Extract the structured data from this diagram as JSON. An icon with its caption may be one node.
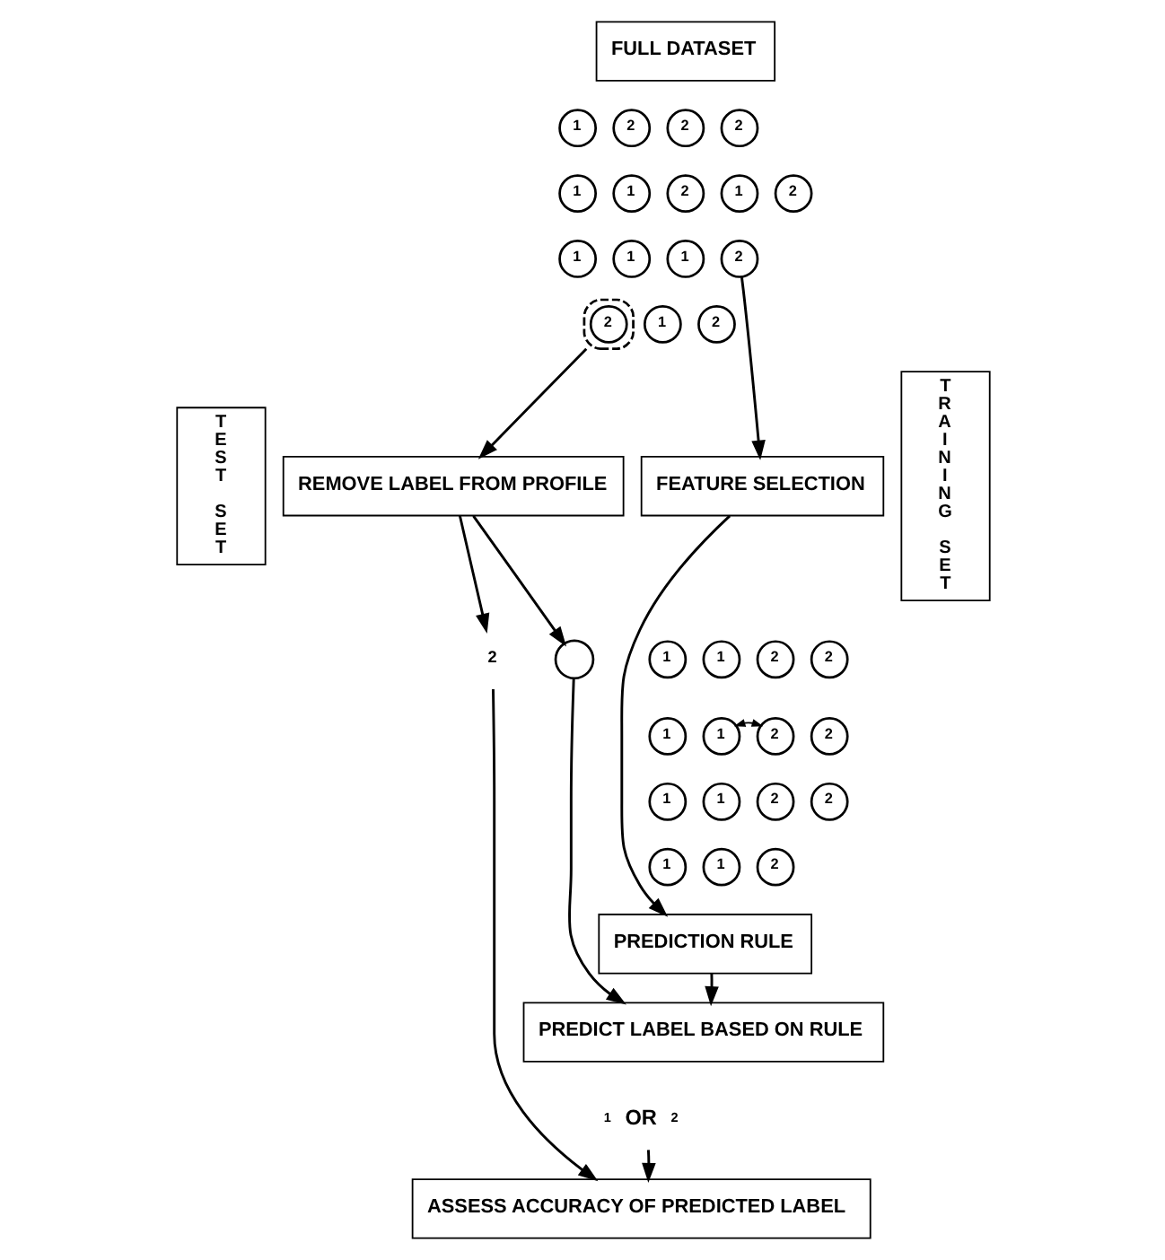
{
  "diagram": {
    "nodes": [
      {
        "text": [
          "FULL DATASET"
        ]
      },
      {
        "text": [
          "1"
        ]
      },
      {
        "text": [
          "2"
        ]
      },
      {
        "text": [
          "2"
        ]
      },
      {
        "text": [
          "2"
        ]
      },
      {
        "text": [
          "1"
        ]
      },
      {
        "text": [
          "1"
        ]
      },
      {
        "text": [
          "2"
        ]
      },
      {
        "text": [
          "1"
        ]
      },
      {
        "text": [
          "2"
        ]
      },
      {
        "text": [
          "1"
        ]
      },
      {
        "text": [
          "1"
        ]
      },
      {
        "text": [
          "1"
        ]
      },
      {
        "text": [
          "2"
        ]
      },
      {
        "text": [],
        "shape": "circle"
      },
      {
        "text": [
          "2"
        ],
        "in": 14
      },
      {
        "text": [
          "1"
        ]
      },
      {
        "text": [
          "2"
        ]
      },
      {
        "text": [
          "TRAINING SET"
        ]
      },
      {
        "text": [
          "FEATURE SELECTION"
        ]
      },
      {
        "text": [
          "TEST SET"
        ]
      },
      {
        "text": [
          "REMOVE LABEL FROM PROFILE"
        ]
      },
      {
        "text": [
          "1"
        ]
      },
      {
        "text": [
          "1"
        ]
      },
      {
        "text": [
          "2"
        ]
      },
      {
        "text": [
          "2"
        ]
      },
      {
        "text": [
          "1"
        ]
      },
      {
        "text": [
          "1"
        ]
      },
      {
        "text": [
          "2"
        ]
      },
      {
        "text": [
          "2"
        ]
      },
      {
        "text": [
          "1"
        ]
      },
      {
        "text": [
          "1"
        ]
      },
      {
        "text": [
          "2"
        ]
      },
      {
        "text": [
          "2"
        ]
      },
      {
        "text": [
          "1"
        ]
      },
      {
        "text": [
          "1"
        ]
      },
      {
        "text": [
          "2"
        ]
      },
      {
        "text": [
          "2"
        ]
      },
      {
        "text": [],
        "shape": "circle"
      },
      {
        "text": [
          "PREDICTION RULE"
        ]
      },
      {
        "text": [
          "PREDICT LABEL BASED ON RULE"
        ]
      },
      {
        "text": [
          "1",
          "OR",
          "2"
        ]
      },
      {
        "text": [
          "ASSESS ACCURACY OF PREDICTED LABEL"
        ]
      }
    ],
    "edges": [
      {
        "from": 14,
        "to": 21,
        "arrow": "to"
      },
      {
        "from": 13,
        "to": 19,
        "arrow": "to"
      },
      {
        "from": 21,
        "to": 37,
        "arrow": "to"
      },
      {
        "from": 21,
        "to": 38,
        "arrow": "to"
      },
      {
        "from": 27,
        "to": 28,
        "arrow": "both"
      },
      {
        "from": 19,
        "to": 39,
        "arrow": "to"
      },
      {
        "from": 39,
        "to": 40,
        "arrow": "to"
      },
      {
        "from": 38,
        "to": 40,
        "arrow": "to"
      },
      {
        "from": 37,
        "to": 42,
        "arrow": "to"
      },
      {
        "from": 41,
        "to": 42,
        "arrow": "to"
      }
    ]
  }
}
